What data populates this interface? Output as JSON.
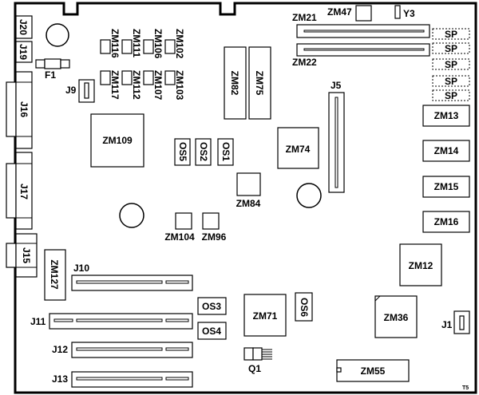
{
  "title": "System board component layout",
  "corner_mark": "T5",
  "components": {
    "J20": "J20",
    "J19": "J19",
    "F1": "F1",
    "J9": "J9",
    "J16": "J16",
    "J17": "J17",
    "J15": "J15",
    "ZM116": "ZM116",
    "ZM111": "ZM111",
    "ZM106": "ZM106",
    "ZM102": "ZM102",
    "ZM117": "ZM117",
    "ZM112": "ZM112",
    "ZM107": "ZM107",
    "ZM103": "ZM103",
    "ZM109": "ZM109",
    "ZM82": "ZM82",
    "ZM75": "ZM75",
    "ZM21": "ZM21",
    "ZM22": "ZM22",
    "ZM47": "ZM47",
    "Y3": "Y3",
    "J5": "J5",
    "ZM74": "ZM74",
    "ZM84": "ZM84",
    "OS5": "OS5",
    "OS2": "OS2",
    "OS1": "OS1",
    "ZM104": "ZM104",
    "ZM96": "ZM96",
    "ZM13": "ZM13",
    "ZM14": "ZM14",
    "ZM15": "ZM15",
    "ZM16": "ZM16",
    "ZM127": "ZM127",
    "J10": "J10",
    "J11": "J11",
    "J12": "J12",
    "J13": "J13",
    "OS3": "OS3",
    "OS4": "OS4",
    "ZM71": "ZM71",
    "OS6": "OS6",
    "Q1": "Q1",
    "ZM12": "ZM12",
    "ZM36": "ZM36",
    "J1": "J1",
    "ZM55": "ZM55"
  },
  "sp_slots": [
    "SP",
    "SP",
    "SP",
    "SP",
    "SP"
  ]
}
